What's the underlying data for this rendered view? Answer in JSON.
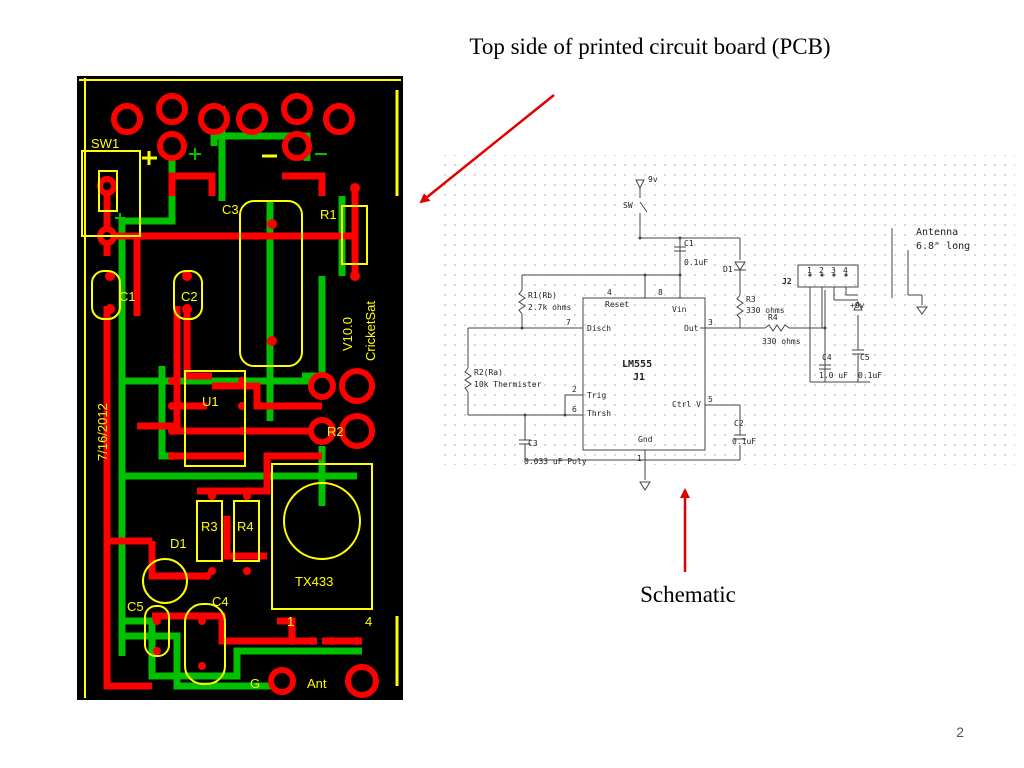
{
  "slide": {
    "title": "Top side of printed circuit board (PCB)",
    "schematic_label": "Schematic",
    "page_number": "2"
  },
  "pcb": {
    "date": "7/16/2012",
    "version": "V10.0",
    "board_name": "CricketSat",
    "components": {
      "sw1": "SW1",
      "c1": "C1",
      "c2": "C2",
      "c3": "C3",
      "c4": "C4",
      "c5": "C5",
      "r1": "R1",
      "r2": "R2",
      "r3": "R3",
      "r4": "R4",
      "u1": "U1",
      "d1": "D1",
      "tx": "TX433"
    },
    "pins": {
      "pin1": "1",
      "pin4": "4"
    },
    "pads": {
      "ground": "G",
      "antenna": "Ant"
    },
    "colors": {
      "board": "#000000",
      "top_trace": "#ff0000",
      "bottom_trace": "#00c000",
      "silkscreen": "#ffff00"
    }
  },
  "schematic": {
    "supply": "9v",
    "switch": "SW",
    "ic_name": "LM555",
    "ic_ref": "J1",
    "pins": {
      "reset": "Reset",
      "vin": "Vin",
      "disch": "Disch",
      "out": "Out",
      "trig": "Trig",
      "thrsh": "Thrsh",
      "ctrl": "Ctrl V",
      "gnd": "Gnd",
      "n1": "1",
      "n2": "2",
      "n3": "3",
      "n4": "4",
      "n5": "5",
      "n6": "6",
      "n7": "7",
      "n8": "8"
    },
    "parts": {
      "c1_name": "C1",
      "c1_val": "0.1uF",
      "d1": "D1",
      "r1_name": "R1(Rb)",
      "r1_val": "2.7k ohms",
      "r2_name": "R2(Ra)",
      "r2_val": "10k Thermister",
      "r3_name": "R3",
      "r3_val": "330 ohms",
      "r4_name": "R4",
      "r4_val": "330 ohms",
      "c2_name": "C2",
      "c2_val": "0.1uF",
      "c3_name": "C3",
      "c3_val": "0.033 uF Poly",
      "c4_name": "C4",
      "c4_val": "1.0 uF",
      "c5_name": "C5",
      "c5_val": "0.1uF",
      "j2": "J2",
      "plus9v": "+9v",
      "antenna_1": "Antenna",
      "antenna_2": "6.8\" long"
    },
    "j2_pins": [
      "1",
      "2",
      "3",
      "4"
    ]
  }
}
